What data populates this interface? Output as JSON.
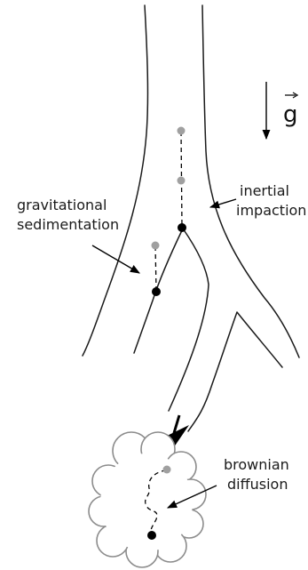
{
  "labels": {
    "gravity": "g",
    "inertial_line1": "inertial",
    "inertial_line2": "impaction",
    "sedimentation_line1": "gravitational",
    "sedimentation_line2": "sedimentation",
    "brownian_line1": "brownian",
    "brownian_line2": "diffusion"
  },
  "colors": {
    "particle_initial": "#a0a0a0",
    "particle_final": "#000000",
    "airway_wall": "#1a1a1a",
    "alveolus_outline": "#8c8c8c"
  }
}
